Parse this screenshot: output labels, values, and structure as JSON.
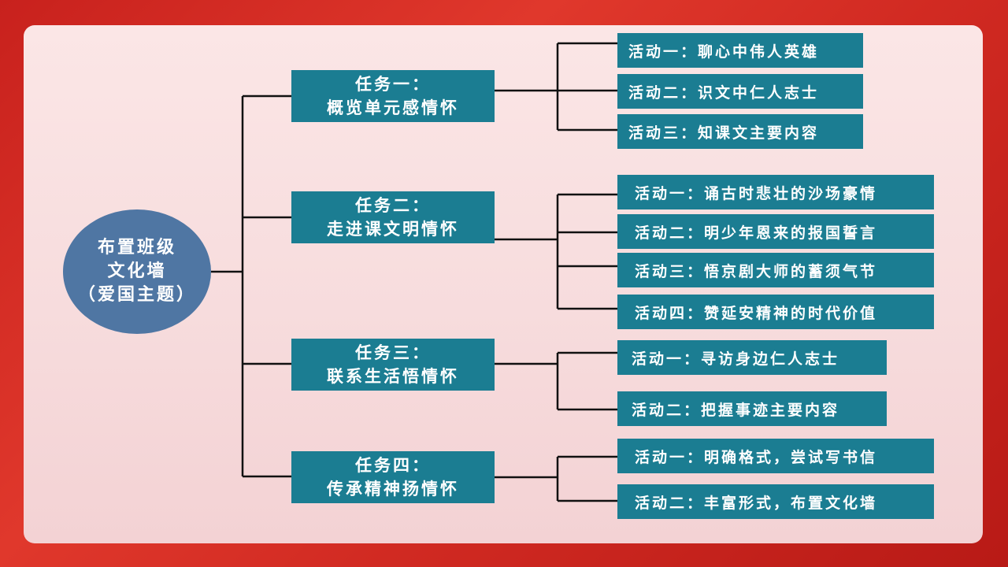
{
  "root": {
    "line1": "布置班级",
    "line2": "文化墙",
    "line3": "（爱国主题）"
  },
  "tasks": [
    {
      "title": "任务一：",
      "subtitle": "概览单元感情怀",
      "activities": [
        "活动一：聊心中伟人英雄",
        "活动二：识文中仁人志士",
        "活动三：知课文主要内容"
      ]
    },
    {
      "title": "任务二：",
      "subtitle": "走进课文明情怀",
      "activities": [
        "活动一：诵古时悲壮的沙场豪情",
        "活动二：明少年恩来的报国誓言",
        "活动三：悟京剧大师的蓄须气节",
        "活动四：赞延安精神的时代价值"
      ]
    },
    {
      "title": "任务三：",
      "subtitle": "联系生活悟情怀",
      "activities": [
        "活动一：寻访身边仁人志士",
        "活动二：把握事迹主要内容"
      ]
    },
    {
      "title": "任务四：",
      "subtitle": "传承精神扬情怀",
      "activities": [
        "活动一：明确格式，尝试写书信",
        "活动二：丰富形式，布置文化墙"
      ]
    }
  ],
  "colors": {
    "node": "#1b7d92",
    "root": "#4f76a3",
    "frame": "#d12a22",
    "panel": "#f8e0e1"
  }
}
